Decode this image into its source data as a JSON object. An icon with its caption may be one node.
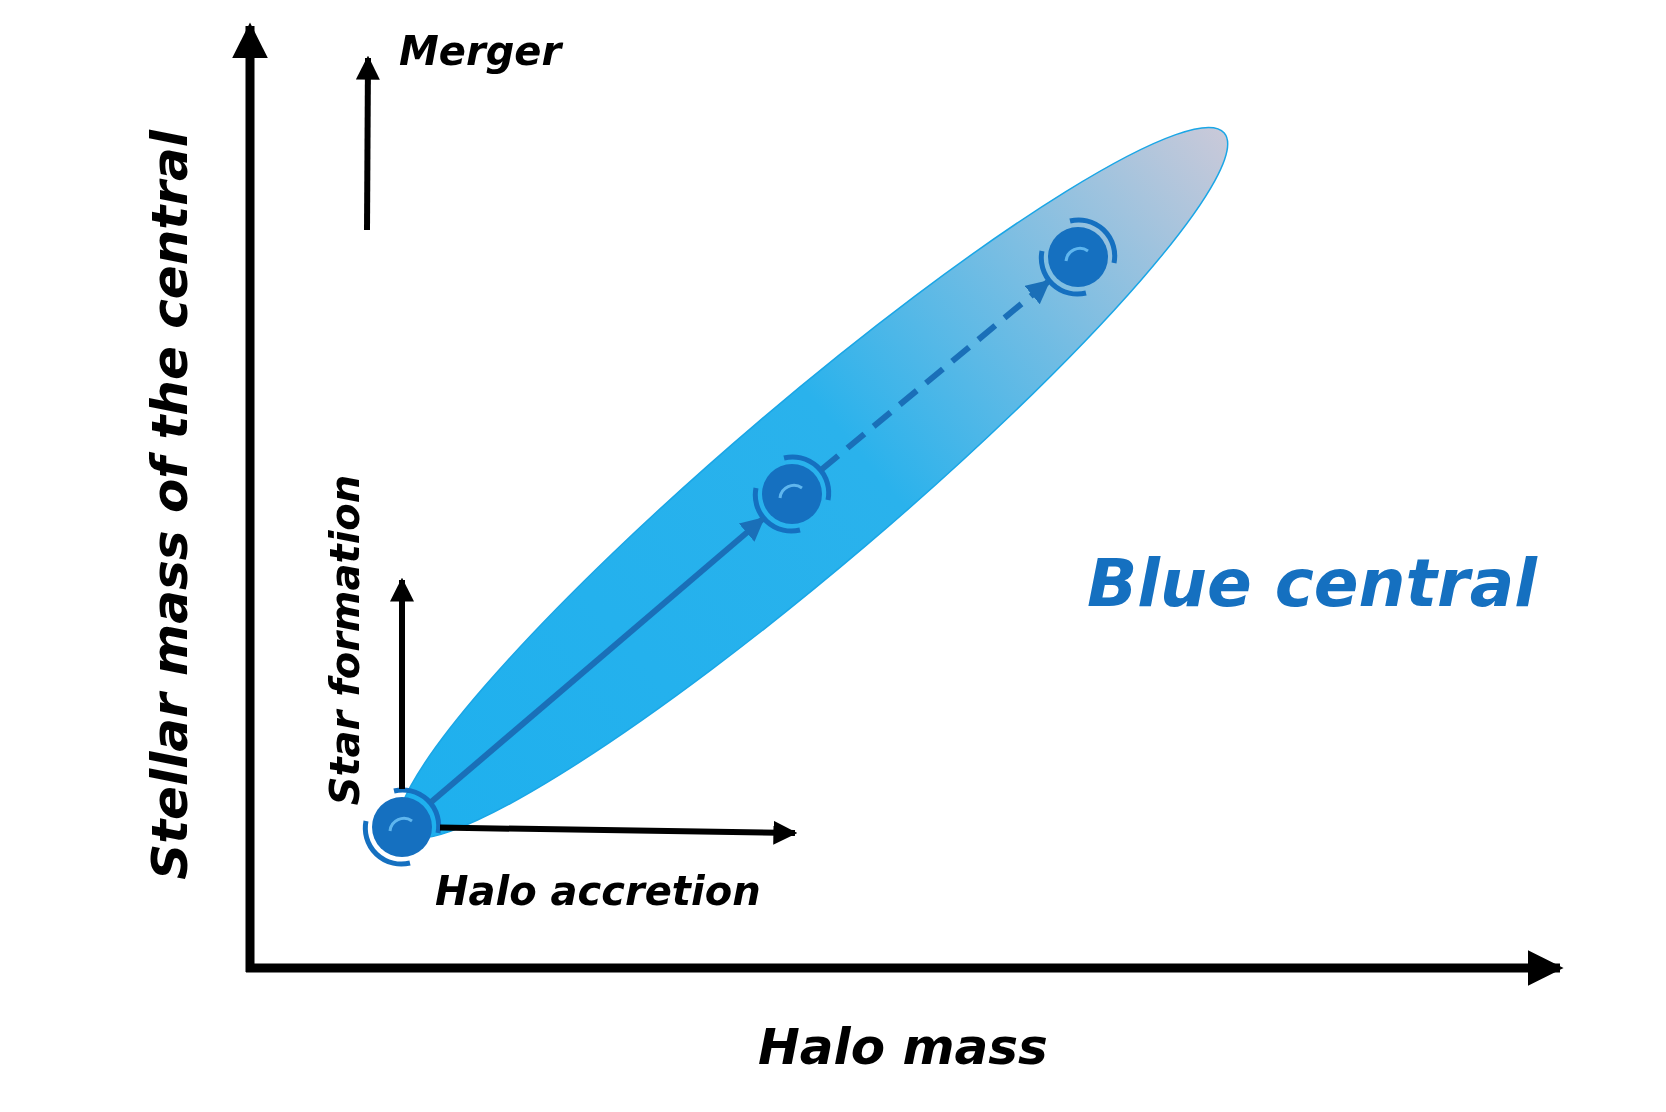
{
  "diagram": {
    "nodes": [
      {
        "text": [],
        "shape": "circle"
      },
      {
        "text": [],
        "shape": "circle"
      },
      {
        "text": [],
        "shape": "circle"
      }
    ],
    "edges": [
      {
        "from": 0,
        "to": 1,
        "arrow": "to",
        "color": "#1a6fb8"
      },
      {
        "from": 1,
        "to": 2,
        "arrow": "to",
        "style": "dashed",
        "color": "#1a6fb8"
      },
      {
        "from": 0,
        "to": null,
        "arrow": "to",
        "label": "Star formation",
        "color": "#000000"
      },
      {
        "from": 0,
        "to": null,
        "arrow": "to",
        "label": "Halo accretion",
        "color": "#000000"
      }
    ],
    "labels": [
      "Merger",
      "Stellar mass of the central",
      "Blue central",
      "Halo mass"
    ]
  }
}
